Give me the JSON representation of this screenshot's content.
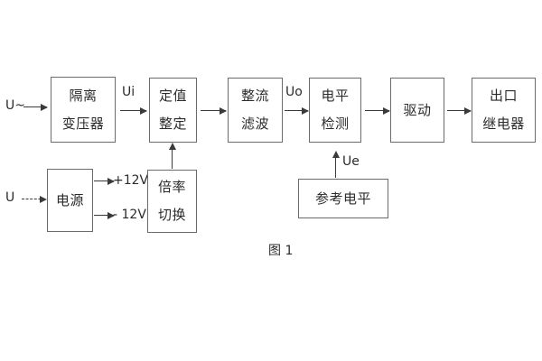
{
  "figure": {
    "caption": "图 1",
    "boxes": [
      {
        "id": "isolation-transformer",
        "lines": [
          "隔离",
          "变压器"
        ]
      },
      {
        "id": "setting-value",
        "lines": [
          "定值",
          "整定"
        ]
      },
      {
        "id": "rectify-filter",
        "lines": [
          "整流",
          "滤波"
        ]
      },
      {
        "id": "level-detection",
        "lines": [
          "电平",
          "检测"
        ]
      },
      {
        "id": "drive",
        "lines": [
          "驱动"
        ]
      },
      {
        "id": "output-relay",
        "lines": [
          "出口",
          "继电器"
        ]
      },
      {
        "id": "power-supply",
        "lines": [
          "电源"
        ]
      },
      {
        "id": "multiplier-switch",
        "lines": [
          "倍率",
          "切换"
        ]
      },
      {
        "id": "reference-level",
        "lines": [
          "参考电平"
        ]
      }
    ],
    "signals": {
      "input_ac": "U~",
      "input_dc": "U",
      "ui": "Ui",
      "uo": "Uo",
      "ue": "Ue",
      "rail_positive": "+12V",
      "rail_negative": "- 12V"
    }
  }
}
